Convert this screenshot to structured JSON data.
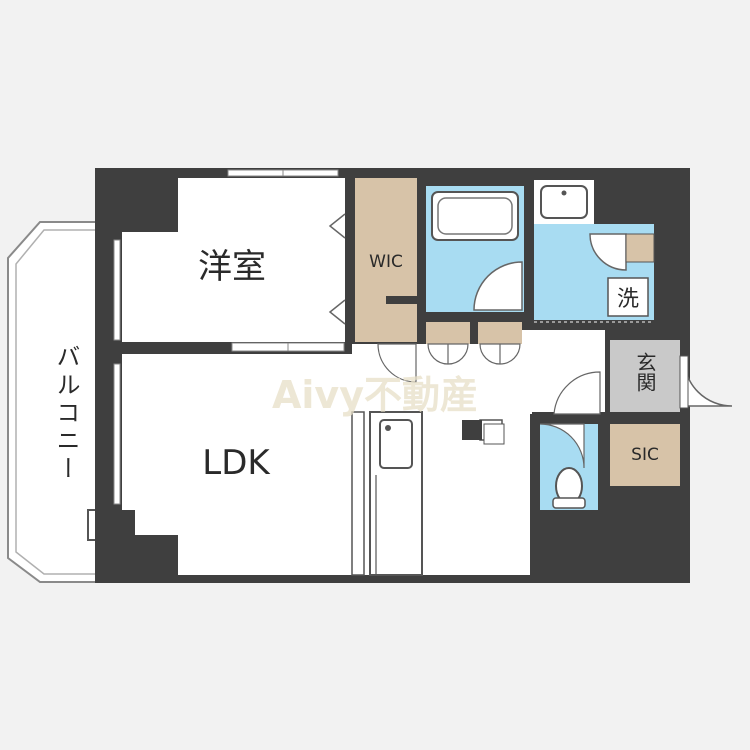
{
  "rooms": {
    "western_room": "洋室",
    "ldk": "LDK",
    "wic": "WIC",
    "balcony": "バルコニー",
    "entrance": "玄関",
    "sic": "SIC",
    "washroom": "洗"
  },
  "watermark": "Aivy不動産",
  "colors": {
    "wall": "#3f3f3f",
    "floor": "#ffffff",
    "storage": "#d7c3a8",
    "wet_area": "#a8dcf2",
    "entrance_floor": "#c9c9c9",
    "balcony_fill": "#ffffff",
    "background": "#f2f2f2"
  }
}
